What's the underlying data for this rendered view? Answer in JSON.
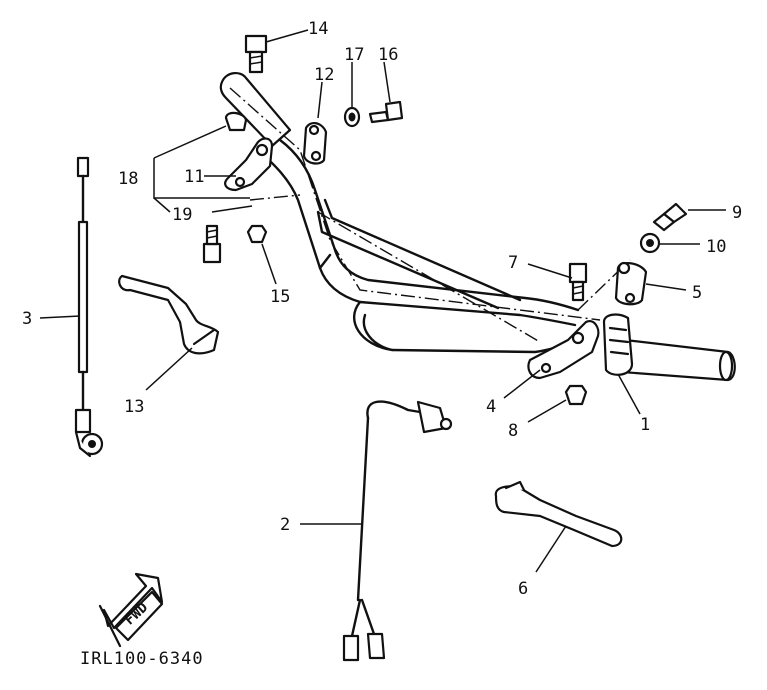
{
  "figure_code": "IRL100-6340",
  "fwd_label": "FWD",
  "callouts": [
    {
      "id": "c1",
      "label": "1"
    },
    {
      "id": "c2",
      "label": "2"
    },
    {
      "id": "c3",
      "label": "3"
    },
    {
      "id": "c4",
      "label": "4"
    },
    {
      "id": "c5",
      "label": "5"
    },
    {
      "id": "c6",
      "label": "6"
    },
    {
      "id": "c7",
      "label": "7"
    },
    {
      "id": "c8",
      "label": "8"
    },
    {
      "id": "c9",
      "label": "9"
    },
    {
      "id": "c10",
      "label": "10"
    },
    {
      "id": "c11",
      "label": "11"
    },
    {
      "id": "c12",
      "label": "12"
    },
    {
      "id": "c13",
      "label": "13"
    },
    {
      "id": "c14",
      "label": "14"
    },
    {
      "id": "c15",
      "label": "15"
    },
    {
      "id": "c16",
      "label": "16"
    },
    {
      "id": "c17",
      "label": "17"
    },
    {
      "id": "c18",
      "label": "18"
    },
    {
      "id": "c19",
      "label": "19"
    }
  ]
}
